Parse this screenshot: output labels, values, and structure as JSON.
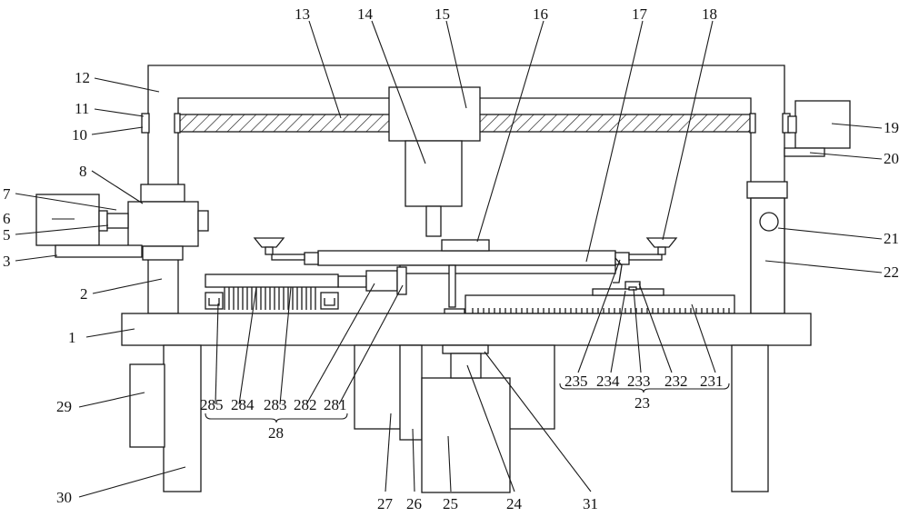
{
  "figure": {
    "callouts": [
      {
        "id": "c1",
        "text": "1"
      },
      {
        "id": "c2",
        "text": "2"
      },
      {
        "id": "c3",
        "text": "3"
      },
      {
        "id": "c5",
        "text": "5"
      },
      {
        "id": "c6",
        "text": "6"
      },
      {
        "id": "c7",
        "text": "7"
      },
      {
        "id": "c8",
        "text": "8"
      },
      {
        "id": "c10",
        "text": "10"
      },
      {
        "id": "c11",
        "text": "11"
      },
      {
        "id": "c12",
        "text": "12"
      },
      {
        "id": "c13",
        "text": "13"
      },
      {
        "id": "c14",
        "text": "14"
      },
      {
        "id": "c15",
        "text": "15"
      },
      {
        "id": "c16",
        "text": "16"
      },
      {
        "id": "c17",
        "text": "17"
      },
      {
        "id": "c18",
        "text": "18"
      },
      {
        "id": "c19",
        "text": "19"
      },
      {
        "id": "c20",
        "text": "20"
      },
      {
        "id": "c21",
        "text": "21"
      },
      {
        "id": "c22",
        "text": "22"
      },
      {
        "id": "c29",
        "text": "29"
      },
      {
        "id": "c30",
        "text": "30"
      },
      {
        "id": "c285",
        "text": "285"
      },
      {
        "id": "c284",
        "text": "284"
      },
      {
        "id": "c283",
        "text": "283"
      },
      {
        "id": "c282",
        "text": "282"
      },
      {
        "id": "c281",
        "text": "281"
      },
      {
        "id": "c28",
        "text": "28"
      },
      {
        "id": "c235",
        "text": "235"
      },
      {
        "id": "c234",
        "text": "234"
      },
      {
        "id": "c233",
        "text": "233"
      },
      {
        "id": "c232",
        "text": "232"
      },
      {
        "id": "c231",
        "text": "231"
      },
      {
        "id": "c23",
        "text": "23"
      },
      {
        "id": "c27",
        "text": "27"
      },
      {
        "id": "c26",
        "text": "26"
      },
      {
        "id": "c25",
        "text": "25"
      },
      {
        "id": "c24",
        "text": "24"
      },
      {
        "id": "c31",
        "text": "31"
      }
    ]
  }
}
